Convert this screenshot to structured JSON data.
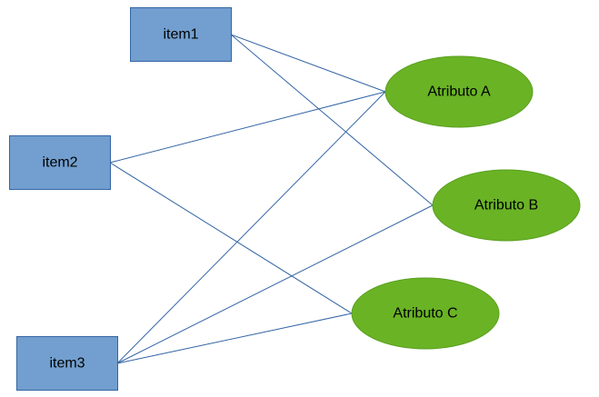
{
  "diagram": {
    "colors": {
      "item_fill": "#729fcf",
      "item_stroke": "#3465a4",
      "attribute_fill": "#6ab325",
      "attribute_stroke": "#5aa020",
      "edge": "#3465a4"
    },
    "items": [
      {
        "id": "item1",
        "label": "item1"
      },
      {
        "id": "item2",
        "label": "item2"
      },
      {
        "id": "item3",
        "label": "item3"
      }
    ],
    "attributes": [
      {
        "id": "attr-a",
        "label": "Atributo A"
      },
      {
        "id": "attr-b",
        "label": "Atributo B"
      },
      {
        "id": "attr-c",
        "label": "Atributo C"
      }
    ],
    "edges": [
      {
        "from": "item1",
        "to": "attr-a"
      },
      {
        "from": "item1",
        "to": "attr-b"
      },
      {
        "from": "item2",
        "to": "attr-a"
      },
      {
        "from": "item2",
        "to": "attr-c"
      },
      {
        "from": "item3",
        "to": "attr-a"
      },
      {
        "from": "item3",
        "to": "attr-b"
      },
      {
        "from": "item3",
        "to": "attr-c"
      }
    ]
  }
}
